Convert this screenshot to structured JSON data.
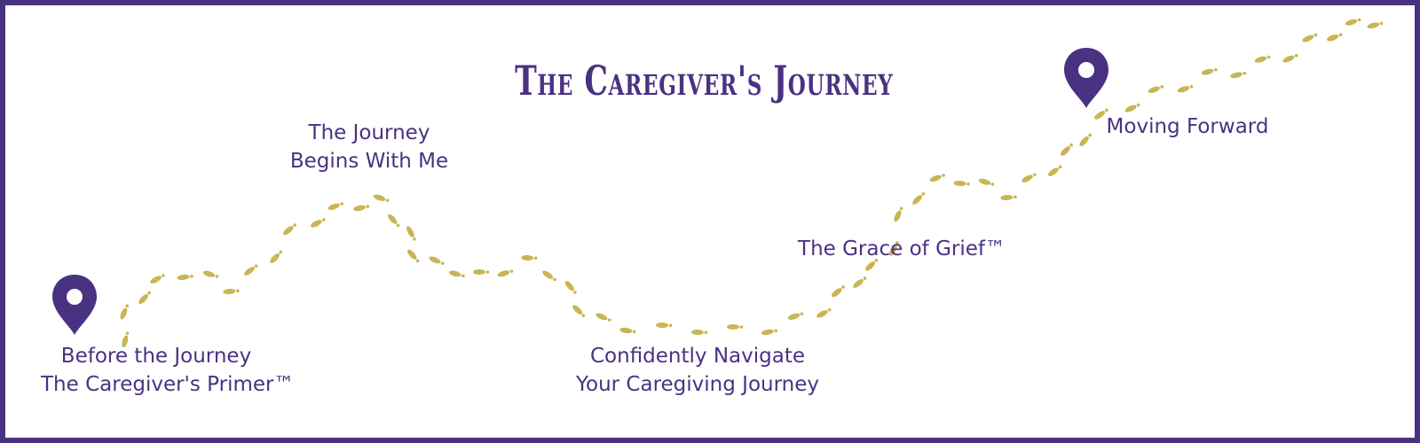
{
  "title": "The Caregiver's Journey",
  "colors": {
    "primary": "#4a3282",
    "footprint": "#c9b553",
    "background": "#ffffff"
  },
  "stages": [
    {
      "lines": [
        "Before the Journey",
        "The Caregiver's Primer™"
      ]
    },
    {
      "lines": [
        "The Journey",
        "Begins With Me"
      ]
    },
    {
      "lines": [
        "Confidently Navigate",
        "Your Caregiving Journey"
      ]
    },
    {
      "lines": [
        "The Grace of Grief™"
      ]
    },
    {
      "lines": [
        "Moving Forward"
      ]
    }
  ],
  "icons": {
    "start_pin": "map-pin-icon",
    "end_pin": "map-pin-icon",
    "trail": "footprint-icon"
  }
}
